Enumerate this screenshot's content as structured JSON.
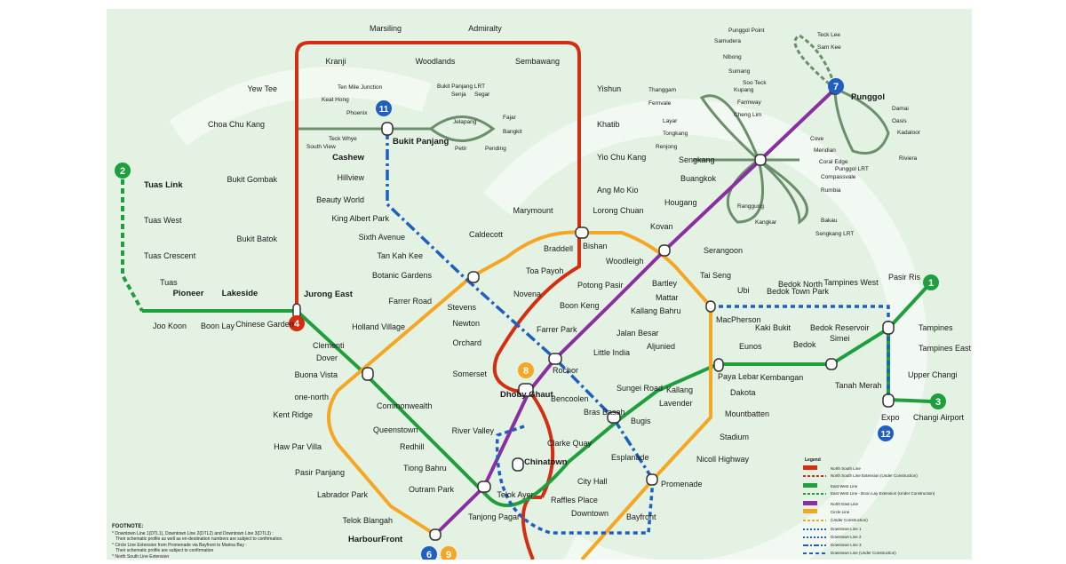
{
  "colors": {
    "background": "#e3f2e3",
    "nsl": "#d42e12",
    "ewl": "#1e9e3c",
    "ccl": "#f5a623",
    "dtl": "#1f5fbf",
    "nel": "#8a2ea2",
    "lrt": "#6b8f6b",
    "tel": "#9e6b2a"
  },
  "line_badges": [
    {
      "number": "1",
      "color": "#1e9e3c"
    },
    {
      "number": "2",
      "color": "#1e9e3c"
    },
    {
      "number": "3",
      "color": "#1e9e3c"
    },
    {
      "number": "4",
      "color": "#d42e12"
    },
    {
      "number": "6",
      "color": "#1f5fbf"
    },
    {
      "number": "7",
      "color": "#1f5fbf"
    },
    {
      "number": "8",
      "color": "#f5a623"
    },
    {
      "number": "9",
      "color": "#f5a623"
    },
    {
      "number": "11",
      "color": "#1f5fbf"
    },
    {
      "number": "12",
      "color": "#1f5fbf"
    }
  ],
  "stations": [
    "Marsiling",
    "Admiralty",
    "Kranji",
    "Woodlands",
    "Sembawang",
    "Yew Tee",
    "Yishun",
    "Choa Chu Kang",
    "Khatib",
    "Bukit Panjang",
    "Cashew",
    "Hillview",
    "Beauty World",
    "Yio Chu Kang",
    "Ang Mo Kio",
    "Bukit Gombak",
    "King Albert Park",
    "Sixth Avenue",
    "Tan Kah Kee",
    "Bukit Batok",
    "Botanic Gardens",
    "Farrer Road",
    "Holland Village",
    "Jurong East",
    "Pioneer",
    "Lakeside",
    "Joo Koon",
    "Boon Lay",
    "Chinese Garden",
    "Tuas Link",
    "Tuas West",
    "Tuas Crescent",
    "Tuas",
    "Clementi",
    "Dover",
    "Buona Vista",
    "one-north",
    "Kent Ridge",
    "Commonwealth",
    "Queenstown",
    "Haw Par Villa",
    "Pasir Panjang",
    "Labrador Park",
    "Telok Blangah",
    "HarbourFront",
    "Redhill",
    "Tiong Bahru",
    "Outram Park",
    "Tanjong Pagar",
    "Telok Ayer",
    "Chinatown",
    "Clarke Quay",
    "River Valley",
    "Dhoby Ghaut",
    "Somerset",
    "Orchard",
    "Newton",
    "Stevens",
    "Novena",
    "Toa Payoh",
    "Braddell",
    "Bishan",
    "Caldecott",
    "Marymount",
    "Lorong Chuan",
    "Kovan",
    "Serangoon",
    "Woodleigh",
    "Potong Pasir",
    "Boon Keng",
    "Farrer Park",
    "Little India",
    "Rochor",
    "Bencoolen",
    "Bras Basah",
    "Bugis",
    "City Hall",
    "Raffles Place",
    "Downtown",
    "Bayfront",
    "Esplanade",
    "Promenade",
    "Nicoll Highway",
    "Stadium",
    "Mountbatten",
    "Dakota",
    "Paya Lebar",
    "MacPherson",
    "Tai Seng",
    "Bartley",
    "Mattar",
    "Ubi",
    "Kaki Bukit",
    "Bedok North",
    "Bedok Town Park",
    "Bedok Reservoir",
    "Tampines West",
    "Tampines",
    "Tampines East",
    "Pasir Ris",
    "Simei",
    "Tanah Merah",
    "Bedok",
    "Kembangan",
    "Eunos",
    "Aljunied",
    "Kallang",
    "Lavender",
    "Jalan Besar",
    "Kallang Bahru",
    "Sungei Road",
    "Upper Changi",
    "Expo",
    "Changi Airport",
    "Sengkang",
    "Punggol",
    "Buangkok",
    "Hougang",
    "Senja",
    "Segar",
    "Jelapang",
    "Fajar",
    "Bangkit",
    "Petir",
    "Pending",
    "Ten Mile Junction",
    "Keat Hong",
    "Phoenix",
    "Teck Whye",
    "South View",
    "Punggol Point",
    "Samudera",
    "Nibong",
    "Sumang",
    "Soo Teck",
    "Teck Lee",
    "Sam Kee",
    "Damai",
    "Oasis",
    "Kadaloor",
    "Riviera",
    "Coral Edge",
    "Meridian",
    "Cove",
    "Thanggam",
    "Fernvale",
    "Layar",
    "Tongkang",
    "Renjong",
    "Kupang",
    "Farmway",
    "Cheng Lim",
    "Compassvale",
    "Rumbia",
    "Bakau",
    "Kangkar",
    "Ranggung",
    "Bukit Panjang LRT",
    "Punggol LRT",
    "Sengkang LRT"
  ],
  "footnote": {
    "title": "FOOTNOTE:",
    "lines": [
      "* Downtown Line 1(DTL1), Downtown Line 2(DTL2) and Downtown Line 3(DTL3) :",
      "Their schematic profile as well as en-destination numbers are subject to confirmation.",
      "* Circle Line Extension from Promenade via Bayfront to Marina Bay :",
      "Their schematic profile are subject to confirmation",
      "* North South Line Extension"
    ]
  },
  "legend": {
    "title": "Legend",
    "items": [
      "North South Line",
      "North South Line Extension (Under Construction)",
      "East West Line",
      "East West Line - Boon Lay Extension (Under Construction)",
      "North East Line",
      "Circle Line",
      "(Under Construction)",
      "Downtown Line 1",
      "Downtown Line 2",
      "Downtown Line 3",
      "Downtown Line (Under Construction)"
    ]
  }
}
